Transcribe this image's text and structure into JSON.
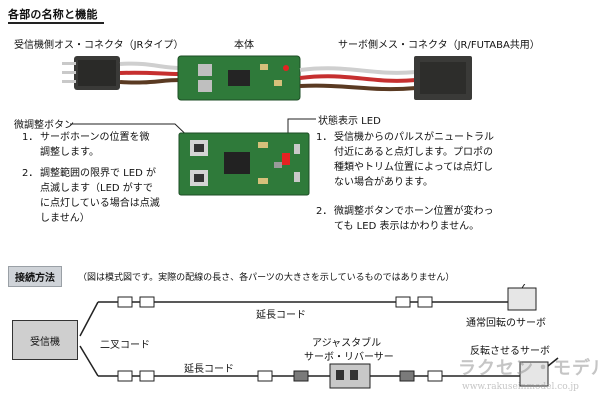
{
  "section1": {
    "title": "各部の名称と機能",
    "label_receiver_connector": "受信機側オス・コネクタ（JRタイプ）",
    "label_body": "本体",
    "label_servo_connector": "サーボ側メス・コネクタ（JR/FUTABA共用）",
    "label_adjust_button": "微調整ボタン",
    "label_status_led": "状態表示 LED",
    "adjust_items": [
      {
        "num": "1．",
        "lines": [
          "サーボホーンの位置を微",
          "調整します。"
        ]
      },
      {
        "num": "2．",
        "lines": [
          "調整範囲の限界で LED が",
          "点滅します（LED がすで",
          "に点灯している場合は点滅",
          "しません）"
        ]
      }
    ],
    "led_items": [
      {
        "num": "1．",
        "lines": [
          "受信機からのパルスがニュートラル",
          "付近にあると点灯します。プロポの",
          "種類やトリム位置によっては点灯し",
          "ない場合があります。"
        ]
      },
      {
        "num": "2．",
        "lines": [
          "微調整ボタンでホーン位置が変わっ",
          "ても LED 表示はかわりません。"
        ]
      }
    ]
  },
  "section2": {
    "title": "接続方法",
    "note": "（図は模式図です。実際の配線の長さ、各パーツの大きさを示しているものではありません）",
    "receiver": "受信機",
    "y_cord": "二叉コード",
    "ext_cord_top": "延長コード",
    "ext_cord_bottom": "延長コード",
    "normal_servo": "通常回転のサーボ",
    "reverser_line1": "アジャスタブル",
    "reverser_line2": "サーボ・リバーサー",
    "reverse_servo": "反転させるサーボ"
  },
  "watermark": {
    "logo": "ラクセン・モデル",
    "url": "www.rakuseinmodel.co.jp"
  },
  "colors": {
    "pcb_green": "#2f7a3a",
    "connector_dark": "#3a3a38",
    "led_red": "#e52222"
  }
}
